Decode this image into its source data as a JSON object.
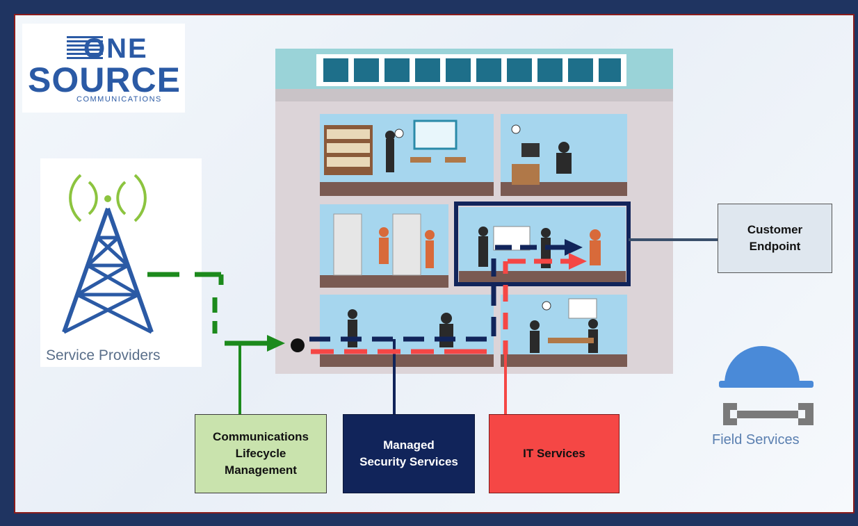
{
  "logo": {
    "word1": "ONE",
    "word2": "SOURCE",
    "word3": "COMMUNICATIONS"
  },
  "service_providers": {
    "label": "Service Providers"
  },
  "field_services": {
    "label": "Field Services"
  },
  "labels": {
    "clm": "Communications\nLifecycle\nManagement",
    "mss": "Managed\nSecurity Services",
    "its": "IT Services",
    "customer_endpoint": "Customer\nEndpoint"
  },
  "colors": {
    "frame": "#1f3461",
    "clm_green": "#1c8a1c",
    "mss_navy": "#11245a",
    "its_red": "#f54745",
    "antenna_blue": "#2b5aa5",
    "signal_green": "#8cc43f"
  },
  "icons": [
    "antenna-tower-icon",
    "hard-hat-icon",
    "wrench-icon",
    "building-illustration"
  ]
}
